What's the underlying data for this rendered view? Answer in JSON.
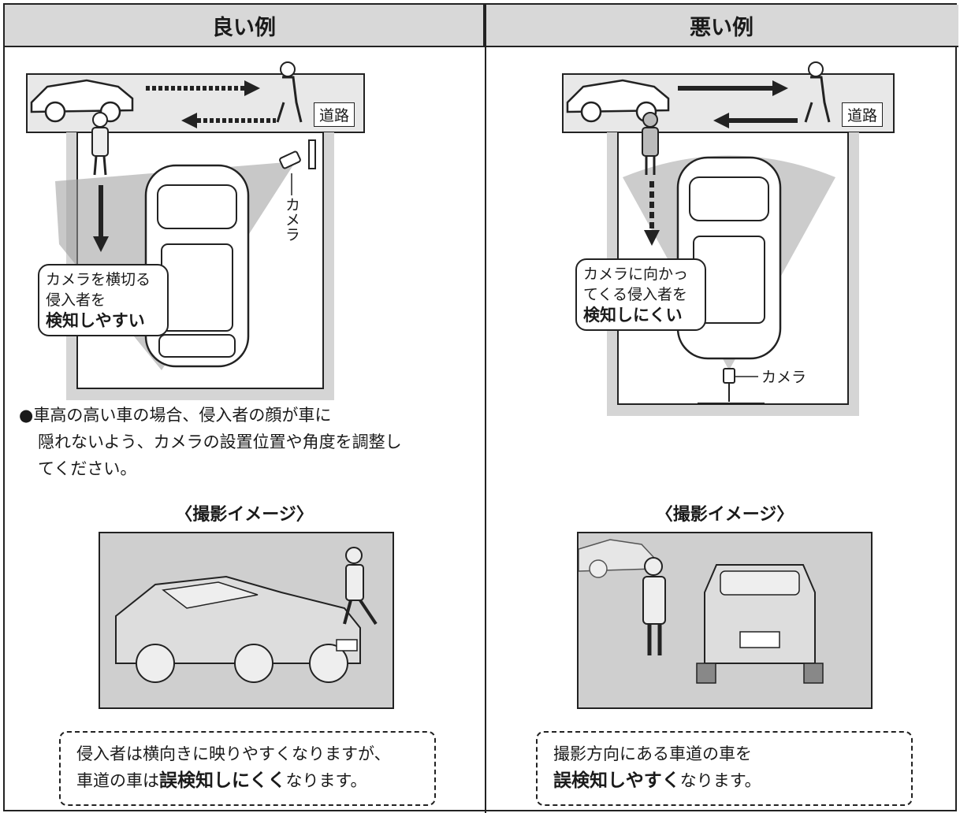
{
  "good": {
    "header": "良い例",
    "road_label": "道路",
    "camera_label": "カメラ",
    "callout_line1": "カメラを横切る",
    "callout_line2": "侵入者を",
    "callout_strong": "検知しやすい",
    "caption_line1": "●車高の高い車の場合、侵入者の顔が車に",
    "caption_line2": "隠れないよう、カメラの設置位置や角度を調整し",
    "caption_line3": "てください。",
    "photo_title": "〈撮影イメージ〉",
    "note_line1": "侵入者は横向きに映りやすくなりますが、",
    "note_line2_pre": "車道の車は",
    "note_line2_strong": "誤検知しにくく",
    "note_line2_post": "なります。"
  },
  "bad": {
    "header": "悪い例",
    "road_label": "道路",
    "camera_label": "カメラ",
    "callout_line1": "カメラに向かっ",
    "callout_line2": "てくる侵入者を",
    "callout_strong": "検知しにくい",
    "photo_title": "〈撮影イメージ〉",
    "note_line1": "撮影方向にある車道の車を",
    "note_line2_strong": "誤検知しやすく",
    "note_line2_post": "なります。"
  }
}
